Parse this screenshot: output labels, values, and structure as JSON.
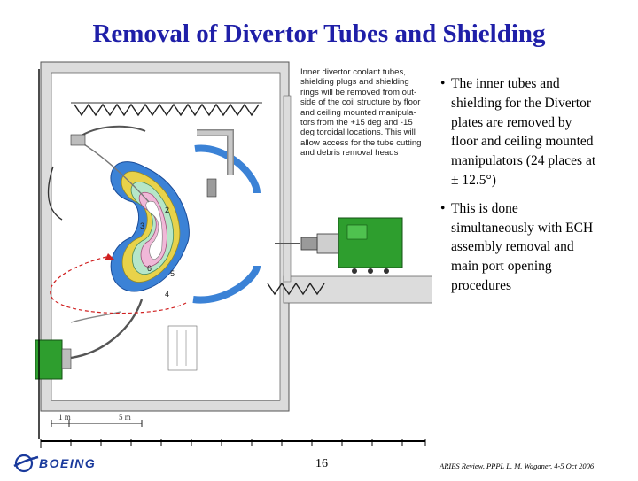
{
  "slide": {
    "title": "Removal of Divertor Tubes and Shielding",
    "page_number": "16",
    "footer": "ARIES Review, PPPL  L. M. Waganer, 4-5 Oct 2006",
    "logo_text": "BOEING"
  },
  "figure": {
    "annotation_lines": [
      "Inner divertor coolant tubes,",
      "shielding plugs and shielding",
      "rings will be removed from out-",
      "side of the coil structure by floor",
      "and ceiling mounted manipula-",
      "tors from the +15 deg and -15",
      "deg toroidal locations.  This will",
      "allow access for the tube cutting",
      "and debris removal heads"
    ],
    "scale_labels": [
      "1 m",
      "5 m"
    ],
    "numbers": [
      "2",
      "3",
      "4",
      "5",
      "6"
    ]
  },
  "bullets": [
    {
      "lines": [
        "The inner tubes and",
        "shielding for the Divertor",
        "plates are removed by",
        "floor and ceiling mounted",
        "manipulators (24 places at",
        "± 12.5°)"
      ]
    },
    {
      "lines": [
        "This is done",
        "simultaneously with ECH",
        "assembly removal and",
        "main port opening",
        "procedures"
      ]
    }
  ],
  "colors": {
    "title": "#1f1fa8",
    "manipulator_green": "#2e9e2e",
    "coil_blue": "#3b82d6",
    "shield_yellow": "#e8d24a",
    "shield_mint": "#b6e6c8",
    "shield_pink": "#f0b8d8"
  }
}
